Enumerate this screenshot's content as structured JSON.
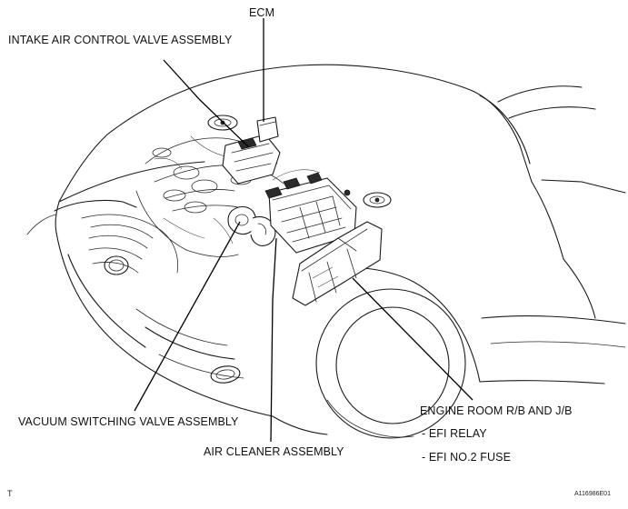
{
  "labels": {
    "ecm": "ECM",
    "intake_air_control_valve": "INTAKE AIR CONTROL VALVE ASSEMBLY",
    "vacuum_switching_valve": "VACUUM SWITCHING VALVE ASSEMBLY",
    "air_cleaner": "AIR CLEANER ASSEMBLY",
    "engine_room_rb_jb": "ENGINE ROOM R/B AND J/B",
    "efi_relay": "- EFI RELAY",
    "efi_no2_fuse": "- EFI NO.2 FUSE"
  },
  "corner_marks": {
    "bottom_left": "T",
    "bottom_right": "A116986E01"
  }
}
